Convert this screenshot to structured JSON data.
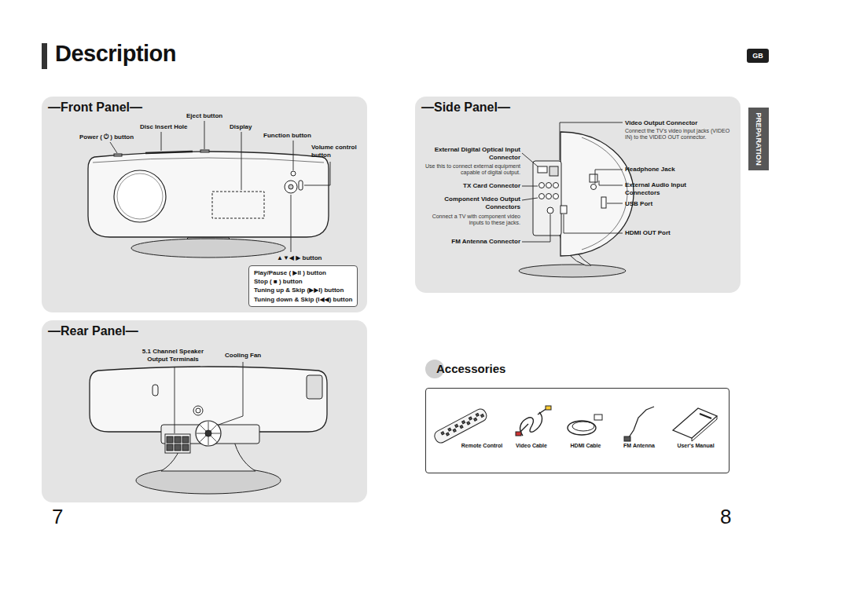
{
  "diagram": {
    "title": "Description",
    "nodes": [
      {
        "text": [
          "GB"
        ]
      },
      {
        "text": [
          "—Front Panel—"
        ]
      },
      {
        "text": [
          "Play/Pause ( ▶II ) button",
          "Stop ( ■ ) button",
          "Tuning up & Skip (▶▶I) button",
          "Tuning down & Skip (I◀◀) button"
        ],
        "in": 1
      },
      {
        "text": [
          "—Rear Panel—"
        ]
      },
      {
        "text": [
          "—Side Panel—"
        ]
      },
      {
        "text": [
          "PREPARATION"
        ]
      },
      {
        "text": [
          "Accessories",
          "Remote Control",
          "Video Cable",
          "HDMI Cable",
          "FM Antenna",
          "User's Manual"
        ]
      }
    ],
    "edges": [],
    "labels": [
      "Eject button",
      "Disc Insert Hole",
      "Display",
      "Power ( ⏻ ) button",
      "Function button",
      "Volume control button",
      "▲▼◀ ▶ button",
      "5.1 Channel Speaker Output Terminals",
      "Cooling Fan",
      "External Digital Optical Input Connector",
      "Use this to connect external equipment capable of digital output.",
      "TX Card Connector",
      "Component Video Output Connectors",
      "Connect a TV with component video inputs to these jacks.",
      "FM Antenna Connector",
      "Video Output Connector",
      "Connect the TV's video input jacks (VIDEO IN) to the VIDEO OUT connector.",
      "Headphone Jack",
      "External Audio Input Connectors",
      "USB Port",
      "HDMI OUT Port",
      "7",
      "8"
    ]
  }
}
